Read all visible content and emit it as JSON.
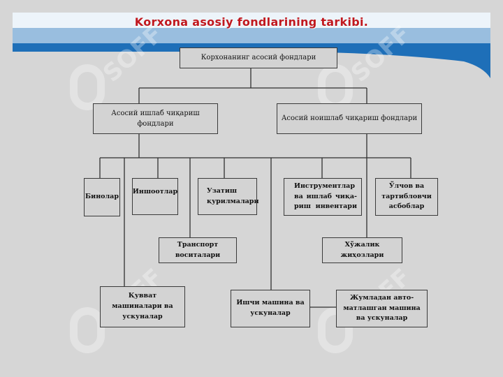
{
  "title": "Korxona asosiy fondlarining tarkibi.",
  "colors": {
    "title": "#c0181f",
    "banner": "#1e6fb8",
    "background": "#d6d6d6",
    "watermark": "#ffffff"
  },
  "watermark_text": "SOFF",
  "nodes": {
    "root": "Корхонанинг асосий фондлари",
    "production": "Асосий ишлаб чиқариш фондлари",
    "nonproduction": "Асосий ноишлаб чиқариш фондлари",
    "buildings": "Бинолар",
    "structures": "Иншоотлар",
    "transmission": "Узатиш қурилмалари",
    "tools": "Инструментлар ва ишлаб чиқа-риш инвентари",
    "measuring": "Ўлчов ва тартибловчи асбоблар",
    "transport": "Транспорт воситалари",
    "household": "Хўжалик жиҳозлари",
    "power": "Қувват машиналари ва ускуналар",
    "working": "Ишчи машина ва ускуналар",
    "automated": "Жумладан авто-матлашган машина ва ускуналар"
  }
}
